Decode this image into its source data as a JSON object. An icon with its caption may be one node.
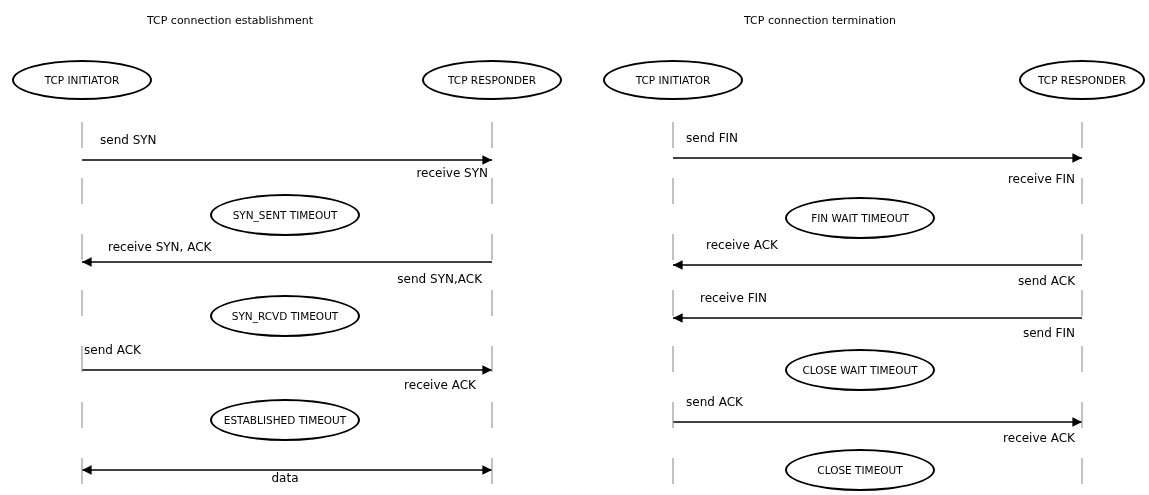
{
  "diagram": {
    "nodes": [
      {
        "text": [
          "TCP INITIATOR"
        ]
      },
      {
        "text": [
          "TCP RESPONDER"
        ]
      },
      {
        "text": [
          "SYN_SENT TIMEOUT"
        ]
      },
      {
        "text": [
          "SYN_RCVD TIMEOUT"
        ]
      },
      {
        "text": [
          "ESTABLISHED TIMEOUT"
        ]
      },
      {
        "text": [
          "TCP INITIATOR"
        ]
      },
      {
        "text": [
          "TCP RESPONDER"
        ]
      },
      {
        "text": [
          "FIN WAIT TIMEOUT"
        ]
      },
      {
        "text": [
          "CLOSE WAIT TIMEOUT"
        ]
      },
      {
        "text": [
          "CLOSE TIMEOUT"
        ]
      }
    ],
    "edges": [
      {
        "from": 0,
        "to": 1,
        "arrow": "to",
        "label": "send SYN"
      },
      {
        "from": 1,
        "to": 0,
        "arrow": "to",
        "label": "receive SYN, ACK"
      },
      {
        "from": 0,
        "to": 1,
        "arrow": "to",
        "label": "send ACK"
      },
      {
        "from": 0,
        "to": 1,
        "arrow": "both",
        "label": "data"
      },
      {
        "from": 5,
        "to": 6,
        "arrow": "to",
        "label": "send FIN"
      },
      {
        "from": 6,
        "to": 5,
        "arrow": "to",
        "label": "receive ACK"
      },
      {
        "from": 6,
        "to": 5,
        "arrow": "to",
        "label": "receive FIN"
      },
      {
        "from": 5,
        "to": 6,
        "arrow": "to",
        "label": "send ACK"
      }
    ],
    "labels": [
      "TCP connection establishment",
      "TCP connection termination",
      "receive SYN",
      "send SYN,ACK",
      "receive ACK",
      "receive FIN",
      "send ACK",
      "send FIN",
      "receive ACK"
    ]
  }
}
